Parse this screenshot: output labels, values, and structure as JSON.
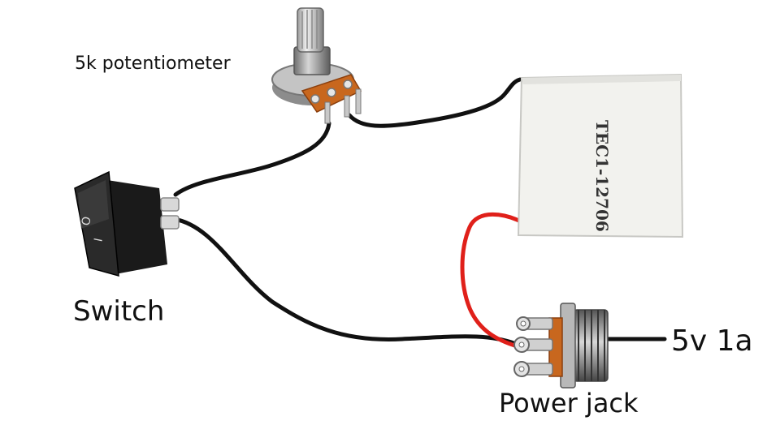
{
  "labels": {
    "potentiometer": "5k potentiometer",
    "switch": "Switch",
    "power_jack": "Power jack",
    "supply": "5v 1a",
    "tec_module": "TEC1-12706"
  },
  "switch_marks": {
    "off": "O",
    "on": "I"
  },
  "colors": {
    "wire_black": "#111111",
    "wire_red": "#e0201a",
    "pcb_orange": "#c8671e",
    "tec_white": "#f2f2ee"
  }
}
